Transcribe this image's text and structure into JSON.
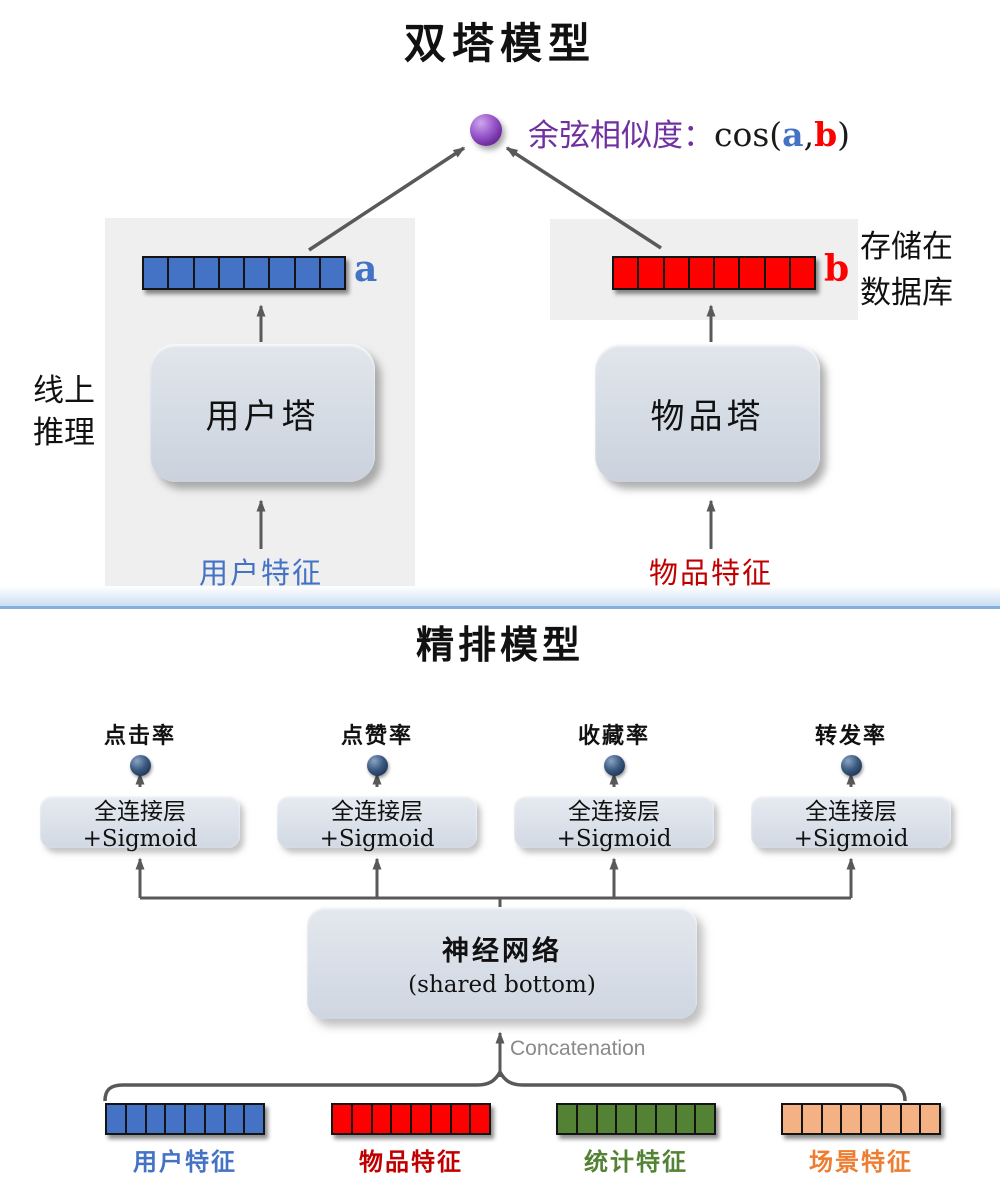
{
  "two_tower": {
    "title": "双塔模型",
    "similarity": {
      "prefix": "余弦相似度：",
      "func": "cos(",
      "arg_a": "a",
      "comma": ",",
      "arg_b": "b",
      "close": ")"
    },
    "vector_a": {
      "label": "a",
      "cells": 8
    },
    "vector_b": {
      "label": "b",
      "cells": 8
    },
    "storage_note": {
      "line1": "存储在",
      "line2": "数据库"
    },
    "online_inference": {
      "line1": "线上",
      "line2": "推理"
    },
    "user_tower": "用户塔",
    "item_tower": "物品塔",
    "user_features": "用户特征",
    "item_features": "物品特征"
  },
  "ranking": {
    "title": "精排模型",
    "heads": [
      {
        "label": "点击率",
        "layer": "全连接层+Sigmoid"
      },
      {
        "label": "点赞率",
        "layer": "全连接层+Sigmoid"
      },
      {
        "label": "收藏率",
        "layer": "全连接层+Sigmoid"
      },
      {
        "label": "转发率",
        "layer": "全连接层+Sigmoid"
      }
    ],
    "shared_bottom": {
      "line1": "神经网络",
      "line2": "(shared bottom)"
    },
    "concat_label": "Concatenation",
    "features": [
      {
        "label": "用户特征",
        "cells": 8,
        "cell_color": "#4472C4",
        "label_color": "#4472C4"
      },
      {
        "label": "物品特征",
        "cells": 8,
        "cell_color": "#FF0000",
        "label_color": "#C00000"
      },
      {
        "label": "统计特征",
        "cells": 8,
        "cell_color": "#548235",
        "label_color": "#548235"
      },
      {
        "label": "场景特征",
        "cells": 8,
        "cell_color": "#F4B183",
        "label_color": "#ED7D31"
      }
    ]
  },
  "colors": {
    "vector_a_cell": "#4472C4",
    "vector_a_label": "#4472C4",
    "vector_b_cell": "#FF0000",
    "vector_b_label": "#FF0000",
    "purple_text": "#7030A0",
    "ink": "#1a1a1a",
    "user_feature_text": "#4472C4",
    "item_feature_text": "#C00000",
    "arrow": "#595959"
  }
}
